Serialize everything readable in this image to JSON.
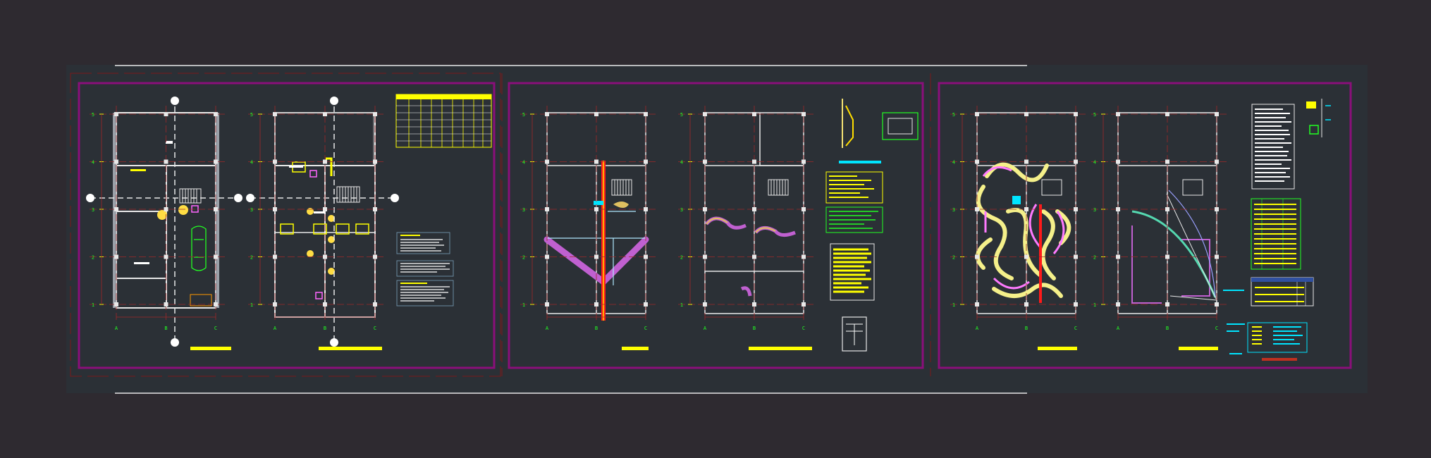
{
  "sheets": [
    {
      "grid_letters": [
        "A",
        "B",
        "C"
      ],
      "grid_numbers": [
        "5",
        "4",
        "3",
        "2",
        "1"
      ]
    },
    {
      "grid_letters": [
        "A",
        "B",
        "C"
      ],
      "grid_numbers": [
        "5",
        "4",
        "3",
        "2",
        "1"
      ]
    },
    {
      "grid_letters": [
        "A",
        "B",
        "C"
      ],
      "grid_numbers": [
        "5",
        "4",
        "3",
        "2",
        "1"
      ]
    }
  ],
  "colors": {
    "page": "#2e2a30",
    "drawing_bg": "#2b3036",
    "frame": "#8a0f7a",
    "grid_line": "#a0282a",
    "wall": "#e8e8e8",
    "water": "#ff1a1a",
    "drain": "#c060d0",
    "pipe": "#b070ff",
    "text_yellow": "#ffff00",
    "text_cyan": "#00e5ff",
    "text_green": "#22ff22",
    "text_white": "#ffffff",
    "lighting_run": "#f5f08a",
    "power_run": "#ff7aff"
  },
  "icons": [
    "car-icon",
    "toilet-icon",
    "stair-icon",
    "column-icon"
  ]
}
